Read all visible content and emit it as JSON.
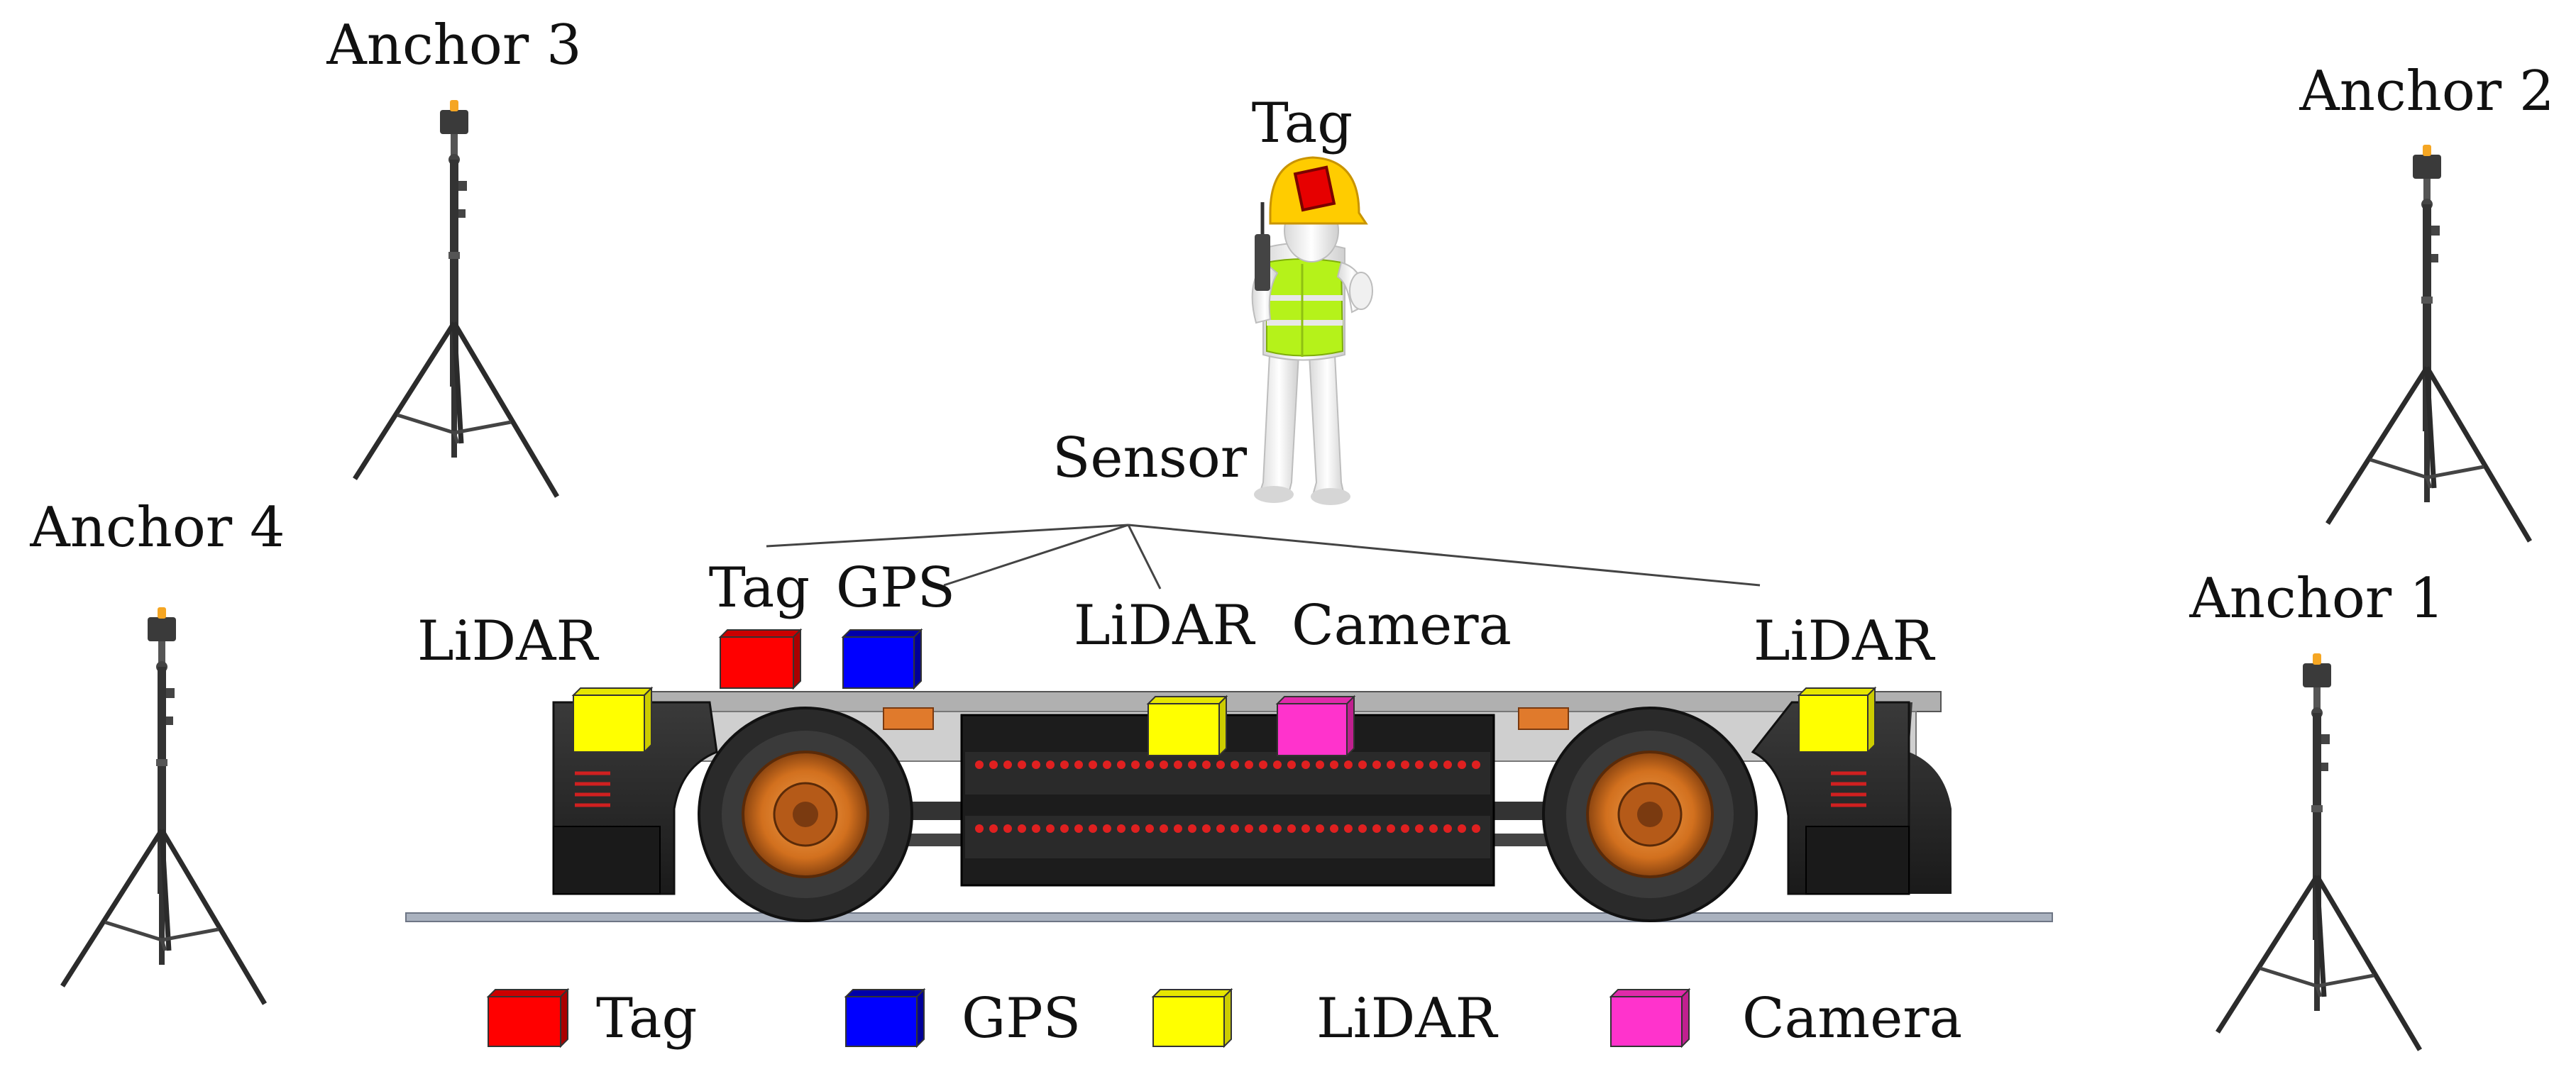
{
  "anchors": {
    "a1": "Anchor 1",
    "a2": "Anchor 2",
    "a3": "Anchor 3",
    "a4": "Anchor 4"
  },
  "person": {
    "tag_label": "Tag"
  },
  "sensor_label": "Sensor",
  "vehicle_labels": {
    "lidar_left": "LiDAR",
    "tag": "Tag",
    "gps": "GPS",
    "lidar_mid": "LiDAR",
    "camera": "Camera",
    "lidar_right": "LiDAR"
  },
  "legend": [
    {
      "label": "Tag",
      "color": "#ff0000"
    },
    {
      "label": "GPS",
      "color": "#0000ff"
    },
    {
      "label": "LiDAR",
      "color": "#ffff00"
    },
    {
      "label": "Camera",
      "color": "#ff33cc"
    }
  ],
  "colors": {
    "tag": "#ff0000",
    "gps": "#0000ff",
    "lidar": "#ffff00",
    "camera": "#ff33cc",
    "helmet": "#ffcc00",
    "vest": "#b5f21a",
    "wheel_hub": "#d2701e",
    "led": "#e02020"
  }
}
